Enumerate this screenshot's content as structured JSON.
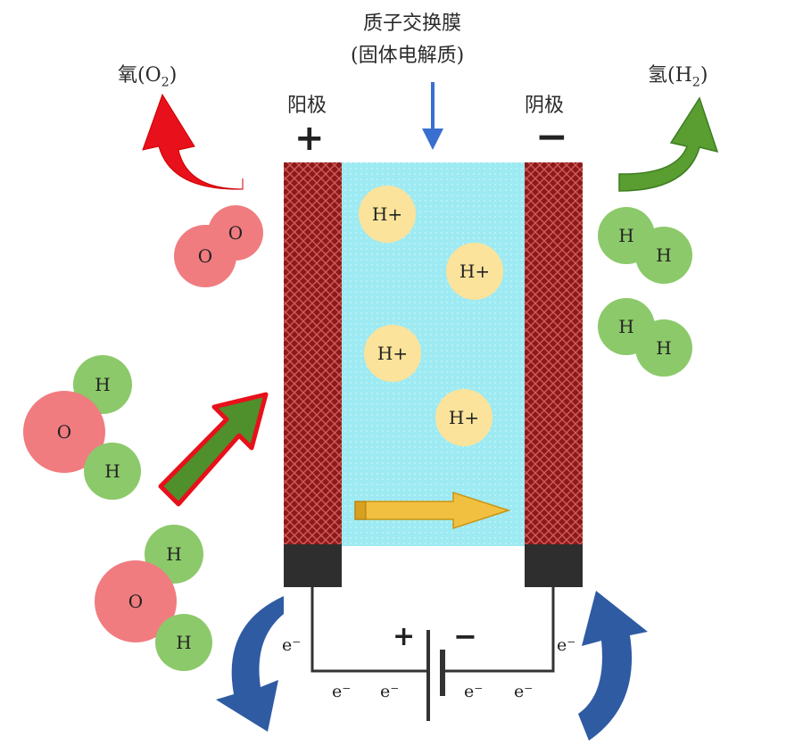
{
  "membrane": {
    "line1": "质子交换膜",
    "line2": "(固体电解质)"
  },
  "anode": {
    "label": "阳极",
    "sign": "+"
  },
  "cathode": {
    "label": "阴极",
    "sign": "−"
  },
  "oxygen": {
    "prefix": "氧(O",
    "sub": "2",
    "suffix": ")"
  },
  "hydrogen": {
    "prefix": "氢(H",
    "sub": "2",
    "suffix": ")"
  },
  "ion_label": "H+",
  "atom_o": "O",
  "atom_h": "H",
  "electron": "e⁻",
  "battery": {
    "plus": "+",
    "minus": "−"
  },
  "colors": {
    "electrode": "#8b1a1a",
    "electrolyte": "#9eeaf2",
    "oxygen_arrow": "#e8101a",
    "hydrogen_arrow": "#5a9e32",
    "water_arrow_fill": "#4f8f2c",
    "water_arrow_stroke": "#e8101a",
    "proton_arrow": "#f2c040",
    "electron_arrow": "#2f5ba3",
    "oxygen_atom": "#f07c80",
    "hydrogen_atom": "#8cc96a",
    "ion": "#fbe39b"
  }
}
